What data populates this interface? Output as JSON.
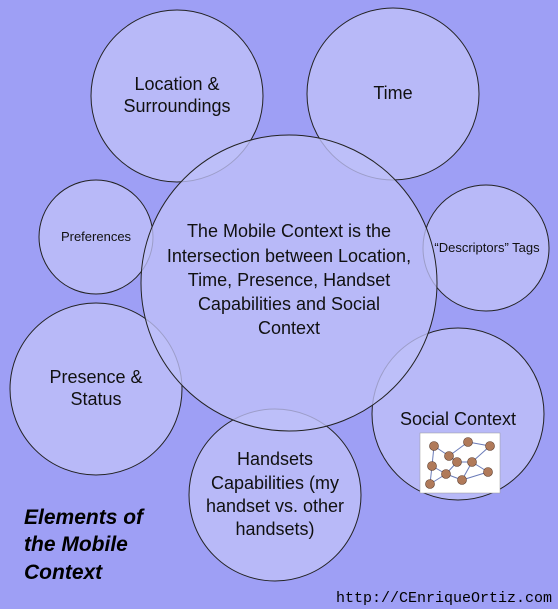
{
  "diagram": {
    "center_label": "The Mobile Context is the Intersection between Location, Time, Presence, Handset Capabilities and Social Context",
    "circles": [
      {
        "id": "location",
        "label": "Location & Surroundings"
      },
      {
        "id": "time",
        "label": "Time"
      },
      {
        "id": "preferences",
        "label": "Preferences"
      },
      {
        "id": "descriptors",
        "label": "“Descriptors” Tags"
      },
      {
        "id": "presence",
        "label": "Presence & Status"
      },
      {
        "id": "social",
        "label": "Social Context"
      },
      {
        "id": "handsets",
        "label": "Handsets Capabilities (my handset vs. other handsets)"
      }
    ],
    "colors": {
      "background": "#9e9ff5",
      "circle_fill": "#bfc0f9",
      "circle_stroke": "#222222"
    }
  },
  "caption": "Elements of the Mobile Context",
  "footer_url": "http://CEnriqueOrtiz.com"
}
